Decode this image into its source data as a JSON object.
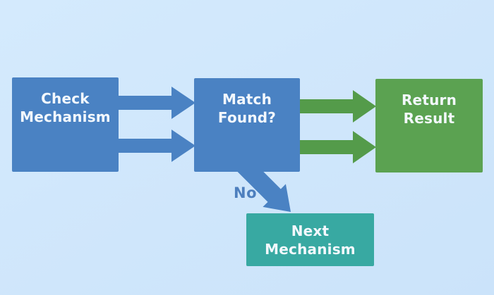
{
  "diagram": {
    "type": "flowchart",
    "background_color": "#cfe6fb",
    "nodes": {
      "check_mechanism": {
        "line1": "Check",
        "line2": "Mechanism",
        "color": "#4a82c3",
        "text_color": "#f3f8fd"
      },
      "match_found": {
        "line1": "Match",
        "line2": "Found?",
        "color": "#4a82c3",
        "text_color": "#f3f8fd"
      },
      "return_result": {
        "line1": "Return",
        "line2": "Result",
        "color": "#5ba251",
        "text_color": "#f3f8fd"
      },
      "next_mechanism": {
        "line1": "Next",
        "line2": "Mechanism",
        "color": "#38a9a2",
        "text_color": "#f3f8fd"
      }
    },
    "edges": {
      "no_label": "No",
      "no_label_color": "#4d7fbe",
      "arrow_blue_color": "#4a82c3",
      "arrow_green_color": "#549b4a"
    }
  }
}
